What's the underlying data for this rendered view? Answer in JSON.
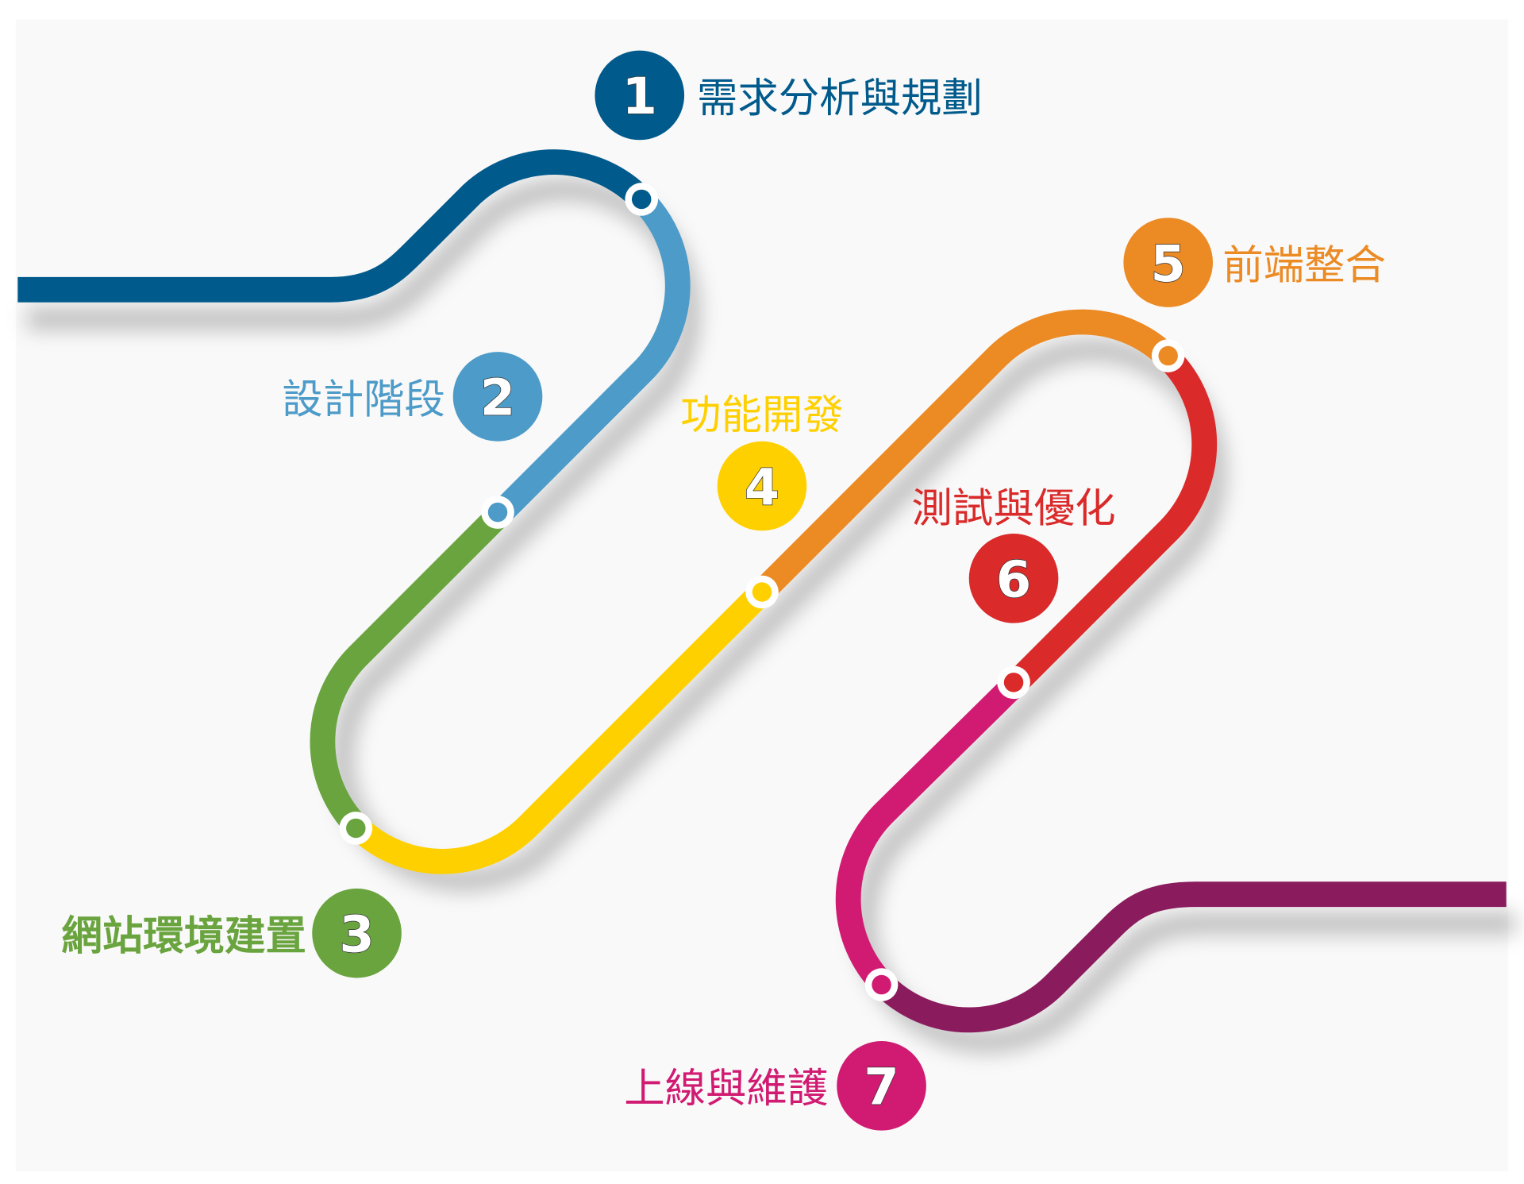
{
  "diagram": {
    "steps": [
      {
        "number": "1",
        "label": "需求分析與規劃",
        "color": "#005a8c"
      },
      {
        "number": "2",
        "label": "設計階段",
        "color": "#4d9bc8"
      },
      {
        "number": "3",
        "label": "網站環境建置",
        "color": "#6aa43f"
      },
      {
        "number": "4",
        "label": "功能開發",
        "color": "#ffd000"
      },
      {
        "number": "5",
        "label": "前端整合",
        "color": "#ec8a24"
      },
      {
        "number": "6",
        "label": "測試與優化",
        "color": "#da2a2a"
      },
      {
        "number": "7",
        "label": "上線與維護",
        "color": "#d11b72"
      }
    ],
    "end_color": "#8a1c5e",
    "background": "#f9f9f9"
  }
}
